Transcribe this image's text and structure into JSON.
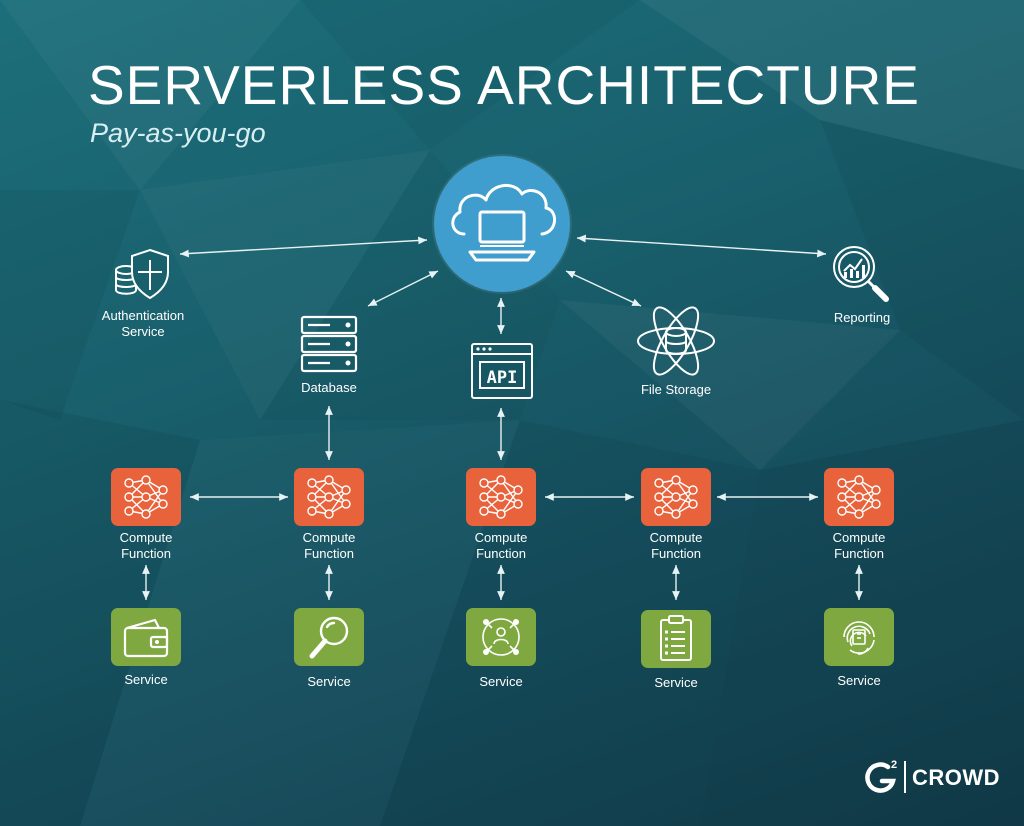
{
  "header": {
    "title": "SERVERLESS ARCHITECTURE",
    "subtitle": "Pay-as-you-go"
  },
  "nodes": {
    "authentication": {
      "label_line1": "Authentication",
      "label_line2": "Service",
      "icon": "shield-database-icon"
    },
    "database": {
      "label": "Database",
      "icon": "server-rack-icon"
    },
    "api": {
      "label": "API",
      "icon": "api-window-icon"
    },
    "file_storage": {
      "label": "File Storage",
      "icon": "atom-database-icon"
    },
    "reporting": {
      "label": "Reporting",
      "icon": "chart-magnifier-icon"
    },
    "compute_functions": [
      {
        "line1": "Compute",
        "line2": "Function"
      },
      {
        "line1": "Compute",
        "line2": "Function"
      },
      {
        "line1": "Compute",
        "line2": "Function"
      },
      {
        "line1": "Compute",
        "line2": "Function"
      },
      {
        "line1": "Compute",
        "line2": "Function"
      }
    ],
    "services": [
      {
        "label": "Service",
        "icon": "wallet-icon"
      },
      {
        "label": "Service",
        "icon": "magnifier-icon"
      },
      {
        "label": "Service",
        "icon": "user-network-icon"
      },
      {
        "label": "Service",
        "icon": "clipboard-icon"
      },
      {
        "label": "Service",
        "icon": "fingerprint-icon"
      }
    ]
  },
  "brand": {
    "logo_text": "CROWD",
    "logo_mark": "G2"
  },
  "colors": {
    "background": "#19606d",
    "hub": "#3f9ecd",
    "compute": "#e8633c",
    "service": "#7fa940",
    "arrow": "#e6f2f4"
  }
}
